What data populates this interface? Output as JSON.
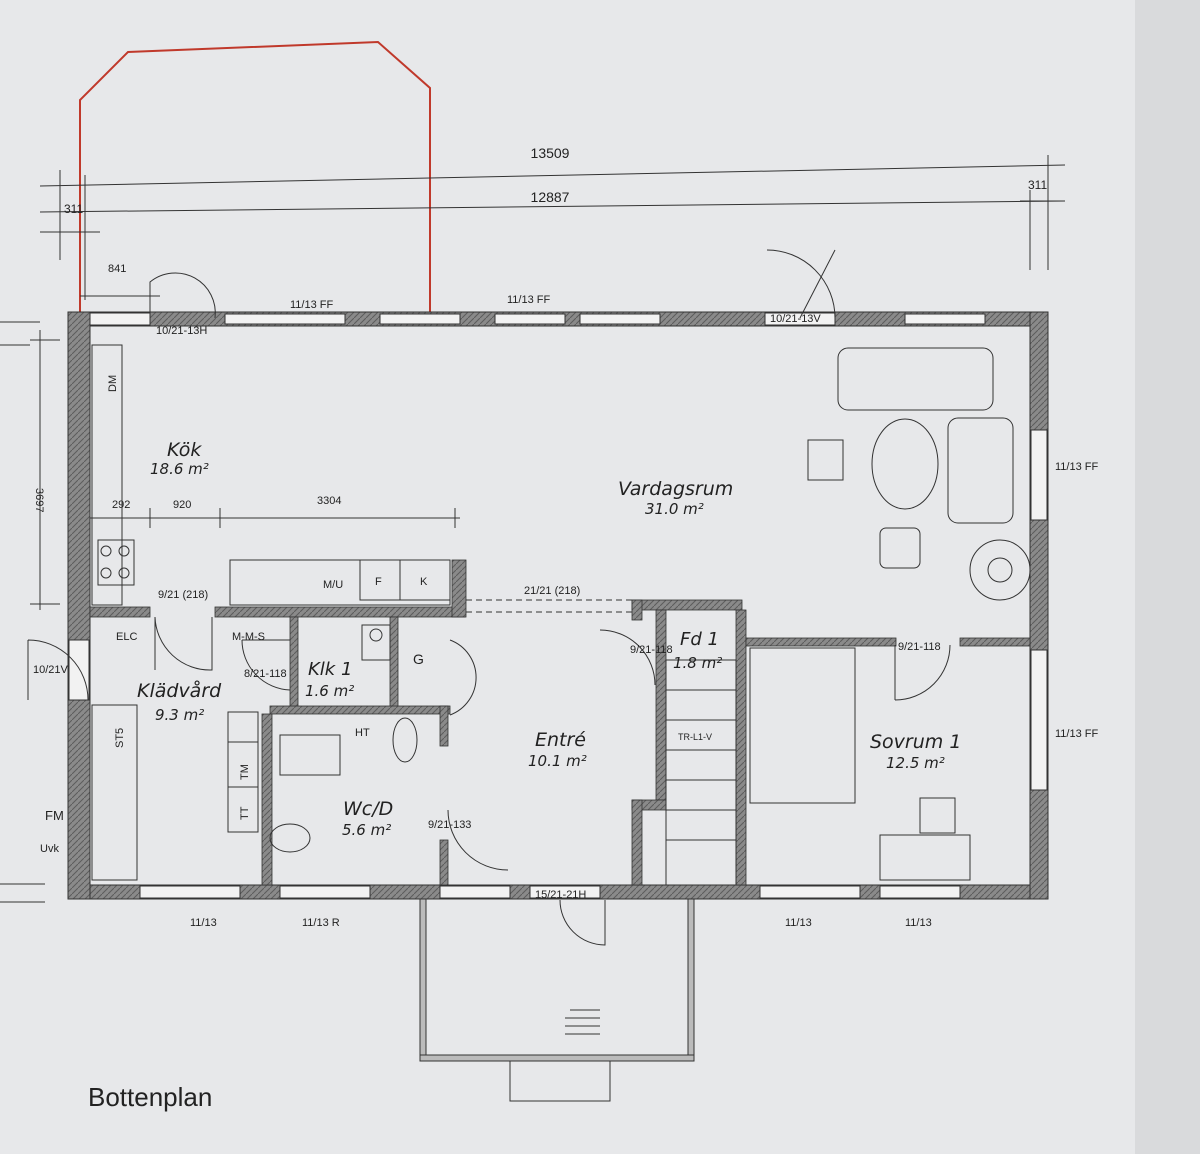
{
  "title": "Bottenplan",
  "dimensions": {
    "total_outer": "13509",
    "total_inner": "12887",
    "left_offset": "311",
    "right_offset": "311",
    "stub_left": "841",
    "side_height": "3697",
    "kitchen_a": "292",
    "kitchen_b": "920",
    "kitchen_c": "3304"
  },
  "rooms": {
    "kok": {
      "name": "Kök",
      "area": "18.6 m²"
    },
    "vardagsrum": {
      "name": "Vardagsrum",
      "area": "31.0 m²"
    },
    "kladvard": {
      "name": "Klädvård",
      "area": "9.3 m²"
    },
    "klk": {
      "name": "Klk 1",
      "area": "1.6 m²"
    },
    "fd": {
      "name": "Fd 1",
      "area": "1.8 m²"
    },
    "entre": {
      "name": "Entré",
      "area": "10.1 m²"
    },
    "wc": {
      "name": "Wc/D",
      "area": "5.6 m²"
    },
    "sovrum": {
      "name": "Sovrum 1",
      "area": "12.5 m²"
    }
  },
  "openings": {
    "top_left": "11/13 FF",
    "top_mid": "11/13 FF",
    "door_kitchen_top": "10/21-13H",
    "door_top_right": "10/21-13V",
    "right_upper": "11/13 FF",
    "right_lower": "11/13 FF",
    "kitchen_passage": "9/21 (218)",
    "living_passage": "21/21 (218)",
    "fd_door": "9/21-118",
    "sovrum_door": "9/21-118",
    "klk_door": "8/21-118",
    "wc_door": "9/21-133",
    "left_door": "10/21V",
    "entry_door": "15/21-21H",
    "bottom_1": "11/13",
    "bottom_2": "11/13 R",
    "bottom_3": "11/13",
    "bottom_4": "11/13"
  },
  "fixtures": {
    "dm": "DM",
    "elc": "ELC",
    "mms": "M-M-S",
    "mu": "M/U",
    "f": "F",
    "k": "K",
    "g": "G",
    "ht": "HT",
    "st5": "ST5",
    "tm": "TM",
    "tt": "TT",
    "stair": "TR-L1-V",
    "fm": "FM",
    "uvk": "Uvk"
  },
  "colors": {
    "paper": "#e7e8ea",
    "wall": "#8e8e8e",
    "line": "#333333",
    "annex": "#c0392b"
  }
}
